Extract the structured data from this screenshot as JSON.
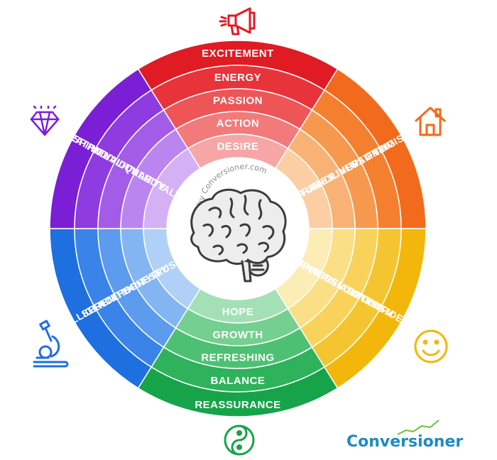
{
  "watermark": "by Conversioner.com",
  "brand": {
    "name": "Conversioner",
    "color": "#1e8bc3",
    "chart_line_color": "#6cbf3a"
  },
  "segments": [
    {
      "id": "red",
      "icon": "megaphone-icon",
      "labels": [
        "EXCITEMENT",
        "ENERGY",
        "PASSION",
        "ACTION",
        "DESIRE"
      ],
      "colors": [
        "#e01b24",
        "#e8333a",
        "#ee5557",
        "#f27a7b",
        "#f6a6a6"
      ],
      "icon_color": "#e01b24"
    },
    {
      "id": "orange",
      "icon": "house-icon",
      "labels": [
        "OPTIMISTIC",
        "UPLIFTING",
        "REJUVENATING",
        "FRIENDLINESS",
        "FUN"
      ],
      "colors": [
        "#f26a1b",
        "#f4802f",
        "#f6994f",
        "#f8b276",
        "#fbcea4"
      ],
      "icon_color": "#f26a1b"
    },
    {
      "id": "yellow",
      "icon": "smiley-icon",
      "labels": [
        "CONFIDENCE",
        "OPTIMISM",
        "FRIENDLINESS",
        "ENTHUSIASM",
        "HAPPINESS"
      ],
      "colors": [
        "#f3b70c",
        "#f5c531",
        "#f8d25a",
        "#fadf86",
        "#fcecb6"
      ],
      "icon_color": "#f3b70c"
    },
    {
      "id": "green",
      "icon": "yin-yang-icon",
      "labels": [
        "REASSURANCE",
        "BALANCE",
        "REFRESHING",
        "GROWTH",
        "HOPE"
      ],
      "colors": [
        "#16a34a",
        "#2eb25b",
        "#4ec073",
        "#74cf91",
        "#a4e0b6"
      ],
      "icon_color": "#16a34a"
    },
    {
      "id": "blue",
      "icon": "microscope-icon",
      "labels": [
        "INTELLIGENCE",
        "SERENITY",
        "AUTHORITY",
        "HONESTY",
        "TRUST"
      ],
      "colors": [
        "#1e6fe0",
        "#3a83e8",
        "#5c9bee",
        "#83b5f3",
        "#b0d0f8"
      ],
      "icon_color": "#1e6fe0"
    },
    {
      "id": "purple",
      "icon": "diamond-icon",
      "labels": [
        "CREATIVITY",
        "SPIRITUALITY",
        "INDIVIDUALITY",
        "QUALITY",
        "ROYALTY"
      ],
      "colors": [
        "#7b1fd6",
        "#8e3be0",
        "#a35ce8",
        "#bb85ef",
        "#d4b0f5"
      ],
      "icon_color": "#7b1fd6"
    }
  ]
}
